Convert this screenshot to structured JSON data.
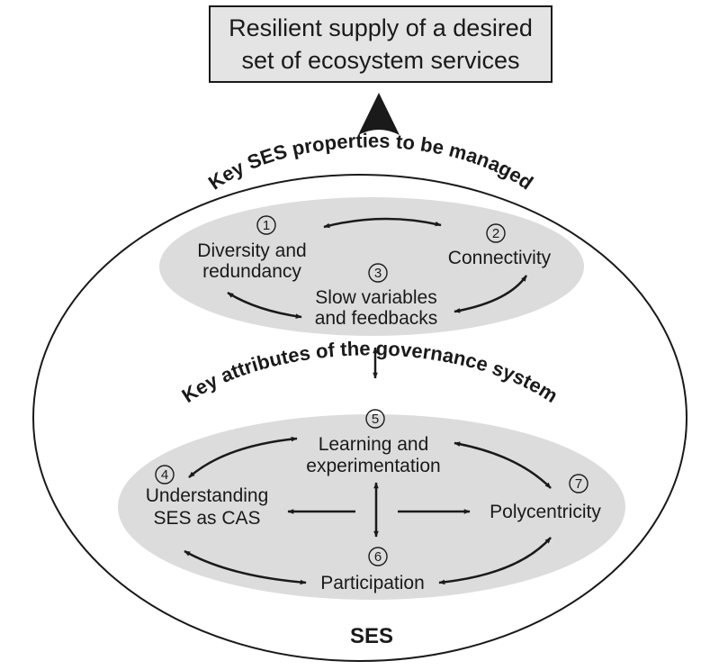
{
  "goal": {
    "line1": "Resilient supply of a desired",
    "line2": "set of ecosystem services"
  },
  "ses_label": "SES",
  "properties": {
    "title": "Key SES properties to be managed",
    "items": [
      {
        "number": "1",
        "line1": "Diversity and",
        "line2": "redundancy"
      },
      {
        "number": "2",
        "line1": "Connectivity",
        "line2": ""
      },
      {
        "number": "3",
        "line1": "Slow variables",
        "line2": "and feedbacks"
      }
    ]
  },
  "governance": {
    "title": "Key attributes of the governance system",
    "items": [
      {
        "number": "4",
        "line1": "Understanding",
        "line2": "SES as CAS"
      },
      {
        "number": "5",
        "line1": "Learning and",
        "line2": "experimentation"
      },
      {
        "number": "6",
        "line1": "Participation",
        "line2": ""
      },
      {
        "number": "7",
        "line1": "Polycentricity",
        "line2": ""
      }
    ]
  },
  "colors": {
    "outline": "#1a1a1a",
    "inner_ellipse_fill": "#dcdcdc",
    "goal_box_fill": "#e4e4e4",
    "background": "#ffffff"
  }
}
